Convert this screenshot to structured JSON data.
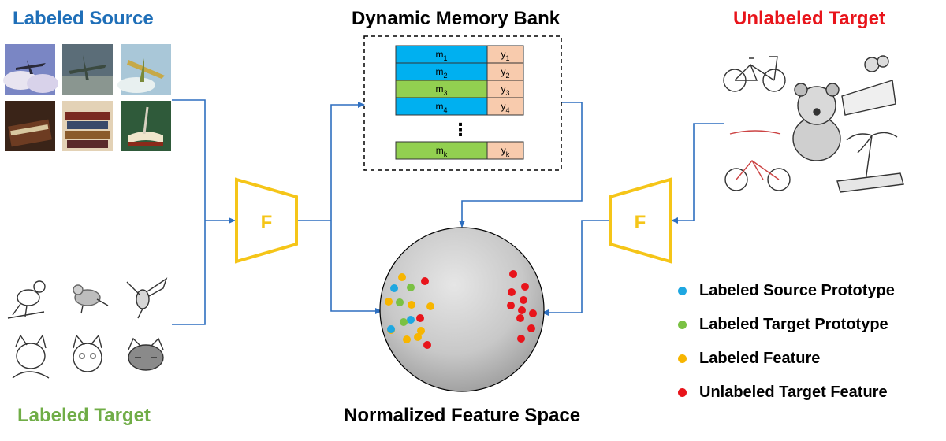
{
  "labels": {
    "labeled_source": "Labeled Source",
    "labeled_target": "Labeled Target",
    "unlabeled_target": "Unlabeled Target",
    "memory_bank": "Dynamic Memory Bank",
    "feature_space": "Normalized Feature Space",
    "encoder": "F"
  },
  "memory_rows": [
    {
      "m": "m",
      "m_sub": "1",
      "y": "y",
      "y_sub": "1",
      "color": "#00b0f0"
    },
    {
      "m": "m",
      "m_sub": "2",
      "y": "y",
      "y_sub": "2",
      "color": "#00b0f0"
    },
    {
      "m": "m",
      "m_sub": "3",
      "y": "y",
      "y_sub": "3",
      "color": "#92d050"
    },
    {
      "m": "m",
      "m_sub": "4",
      "y": "y",
      "y_sub": "4",
      "color": "#00b0f0"
    }
  ],
  "memory_last": {
    "m": "m",
    "m_sub": "k",
    "y": "y",
    "y_sub": "k",
    "color": "#92d050"
  },
  "memory_ellipsis": "⋮",
  "legend": [
    {
      "label": "Labeled Source Prototype",
      "color": "#1ea7e1"
    },
    {
      "label": "Labeled Target Prototype",
      "color": "#7ac143"
    },
    {
      "label": "Labeled Feature",
      "color": "#f7b500"
    },
    {
      "label": "Unlabeled Target Feature",
      "color": "#e8141b"
    }
  ],
  "colors": {
    "source_title": "#1f6fb8",
    "target_title": "#70ad47",
    "unlabeled_title": "#e8141b",
    "arrow": "#2e6fc0",
    "encoder_stroke": "#f5c518",
    "encoder_text": "#f5c518",
    "y_cell": "#f8cbad"
  },
  "feature_points": [
    {
      "type": "labeled_feature"
    },
    {
      "type": "labeled_target_prototype"
    },
    {
      "type": "unlabeled_target_feature"
    },
    {
      "type": "labeled_source_prototype"
    },
    {
      "type": "labeled_feature"
    },
    {
      "type": "labeled_target_prototype"
    },
    {
      "type": "labeled_feature"
    },
    {
      "type": "labeled_feature"
    },
    {
      "type": "labeled_source_prototype"
    },
    {
      "type": "unlabeled_target_feature"
    },
    {
      "type": "labeled_feature"
    },
    {
      "type": "labeled_target_prototype"
    },
    {
      "type": "labeled_source_prototype"
    },
    {
      "type": "labeled_feature"
    },
    {
      "type": "labeled_feature"
    },
    {
      "type": "labeled_feature"
    },
    {
      "type": "unlabeled_target_feature"
    },
    {
      "type": "unlabeled_target_feature"
    },
    {
      "type": "unlabeled_target_feature"
    },
    {
      "type": "unlabeled_target_feature"
    },
    {
      "type": "unlabeled_target_feature"
    },
    {
      "type": "unlabeled_target_feature"
    },
    {
      "type": "unlabeled_target_feature"
    },
    {
      "type": "unlabeled_target_feature"
    },
    {
      "type": "unlabeled_target_feature"
    },
    {
      "type": "unlabeled_target_feature"
    },
    {
      "type": "unlabeled_target_feature"
    }
  ]
}
